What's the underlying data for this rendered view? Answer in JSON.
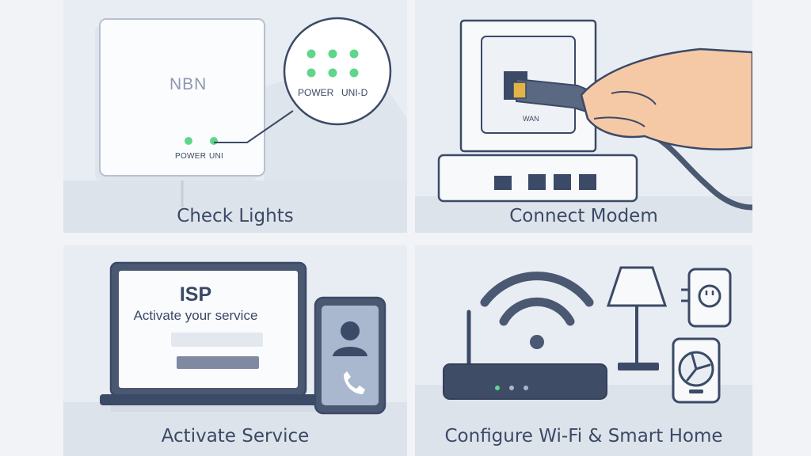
{
  "panels": {
    "check_lights": {
      "caption": "Check Lights",
      "device_label": "NBN",
      "led_power": "POWER",
      "led_uni": "UNI",
      "zoom_power": "POWER",
      "zoom_uni": "UNI-D"
    },
    "connect_modem": {
      "caption": "Connect Modem",
      "port_label": "WAN"
    },
    "activate_service": {
      "caption": "Activate Service",
      "screen_title": "ISP",
      "screen_subtitle": "Activate your service"
    },
    "configure_wifi": {
      "caption": "Configure Wi-Fi & Smart Home"
    }
  },
  "colors": {
    "led_green": "#5fd68a",
    "outline_navy": "#3b4a66",
    "panel_background": "#e8edf3",
    "skin": "#f6c9a6"
  },
  "icons": [
    "wifi-icon",
    "user-icon",
    "phone-call-icon",
    "fan-icon",
    "power-outlet-icon",
    "lamp-icon"
  ]
}
